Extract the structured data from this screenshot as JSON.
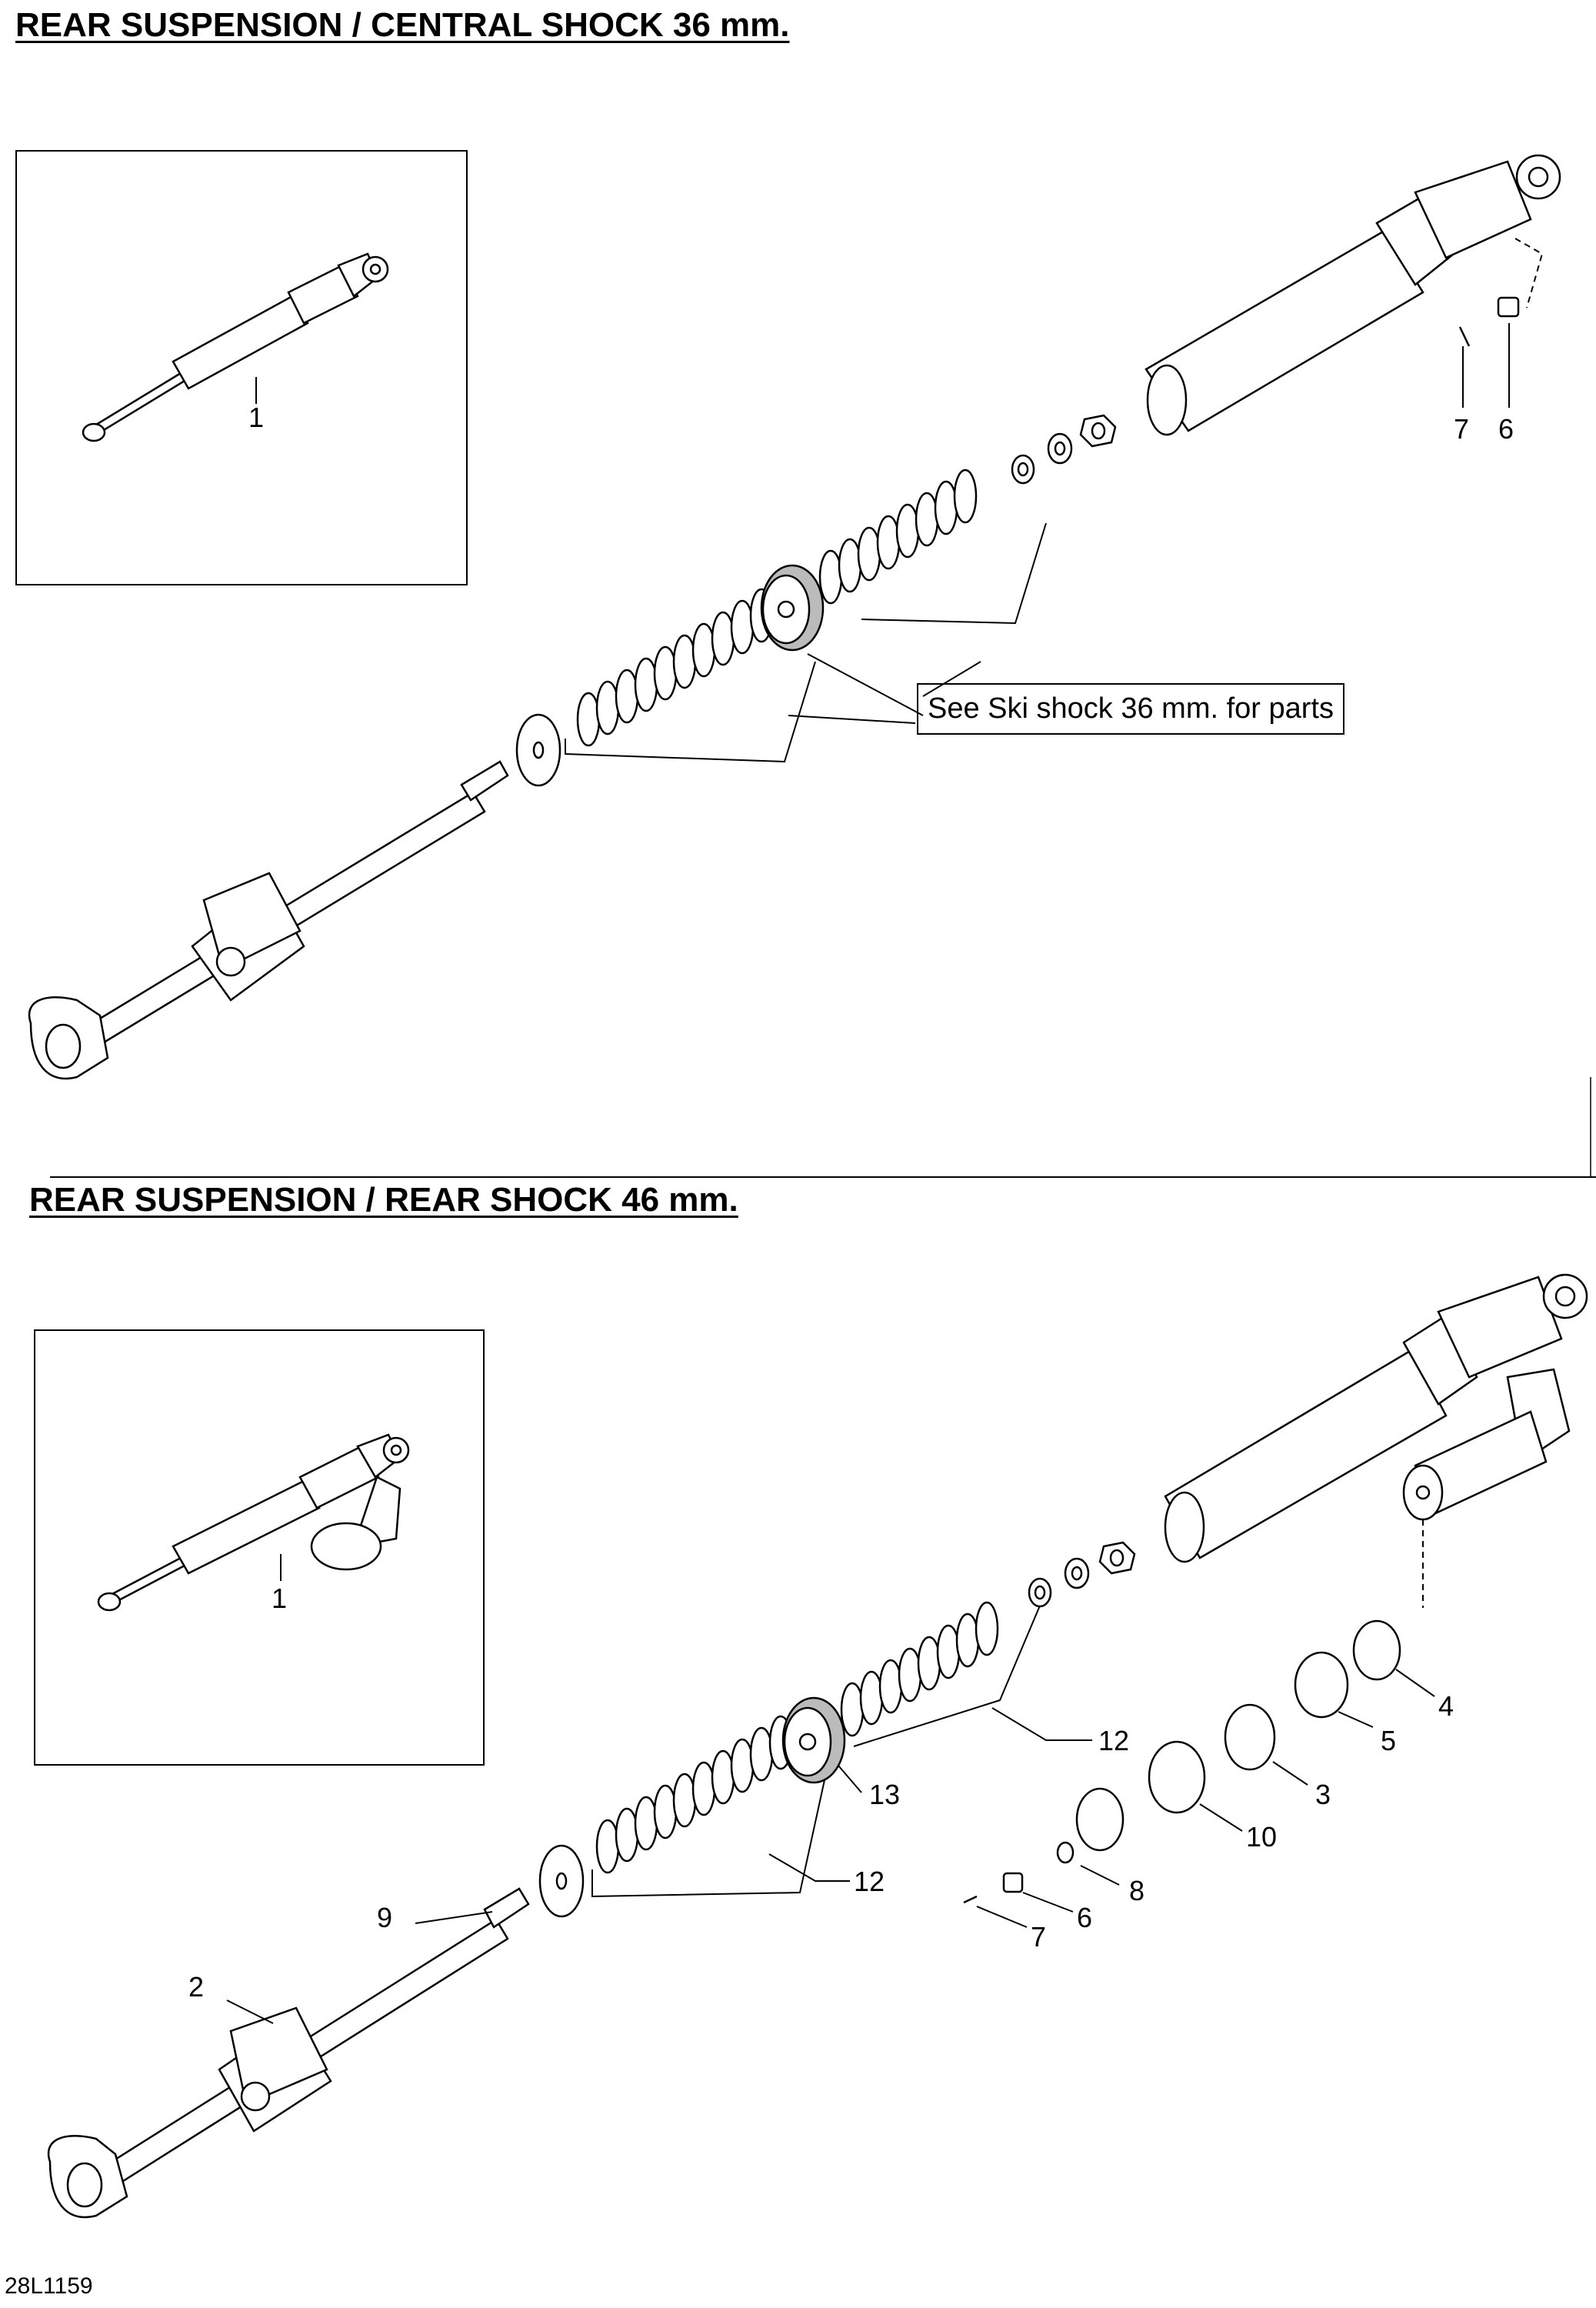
{
  "sections": [
    {
      "title": "REAR SUSPENSION / CENTRAL SHOCK 36 mm.",
      "inset_callouts": [
        "1"
      ],
      "callouts": [
        "7",
        "6"
      ],
      "note": "See Ski shock 36 mm. for parts"
    },
    {
      "title": "REAR SUSPENSION / REAR SHOCK 46 mm.",
      "inset_callouts": [
        "1"
      ],
      "callouts": [
        "4",
        "5",
        "12",
        "3",
        "13",
        "10",
        "8",
        "12",
        "6",
        "7",
        "9",
        "2"
      ]
    }
  ],
  "reference": "28L1159"
}
